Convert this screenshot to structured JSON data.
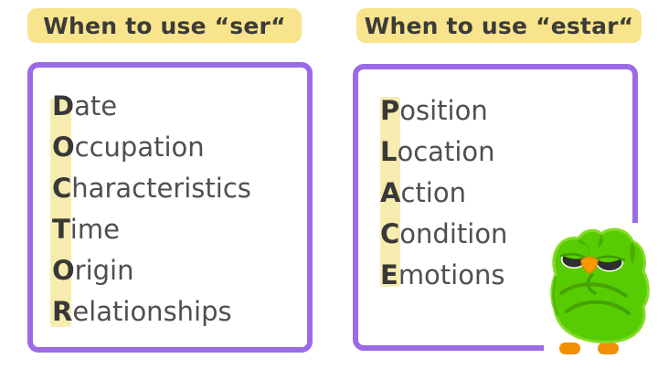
{
  "headers": {
    "ser": "When to use “ser“",
    "estar": "When to use “estar“"
  },
  "ser_panel": {
    "mnemonic": "DOCTOR",
    "items": [
      {
        "letter": "D",
        "rest": "ate"
      },
      {
        "letter": "O",
        "rest": "ccupation"
      },
      {
        "letter": "C",
        "rest": "haracteristics"
      },
      {
        "letter": "T",
        "rest": "ime"
      },
      {
        "letter": "O",
        "rest": "rigin"
      },
      {
        "letter": "R",
        "rest": "elationships"
      }
    ]
  },
  "estar_panel": {
    "mnemonic": "PLACE",
    "items": [
      {
        "letter": "P",
        "rest": "osition"
      },
      {
        "letter": "L",
        "rest": "ocation"
      },
      {
        "letter": "A",
        "rest": "ction"
      },
      {
        "letter": "C",
        "rest": "ondition"
      },
      {
        "letter": "E",
        "rest": "motions"
      }
    ]
  },
  "mascot": {
    "icon": "duo-owl-mascot"
  },
  "colors": {
    "highlight_yellow": "#F8E48C",
    "strip_yellow": "#F7ECAF",
    "border_purple": "#9B6BE5",
    "header_text": "#3B3B3B",
    "body_text": "#4F4F4F",
    "owl_green": "#58CC02",
    "owl_green_dark": "#46A302",
    "owl_rim_green": "#85DC25",
    "owl_orange": "#F18F01",
    "background": "#FFFFFF"
  }
}
